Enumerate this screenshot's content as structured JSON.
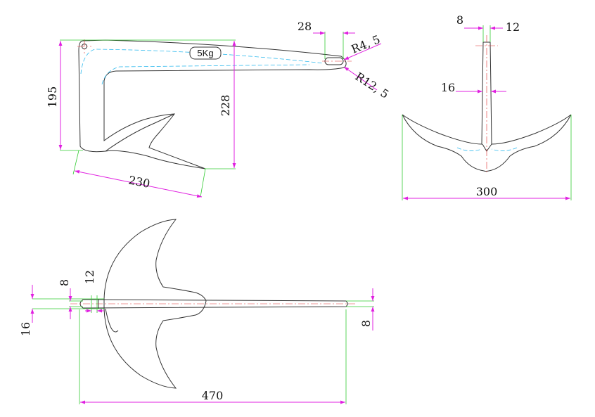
{
  "title": "",
  "weight_label": "5Kg",
  "side_view": {
    "dim_width": "230",
    "dim_height_inner": "195",
    "dim_height_outer": "228",
    "dim_shank_end": "28",
    "radius_small": "R4, 5",
    "radius_large": "R12, 5"
  },
  "front_view": {
    "dim_top_left": "8",
    "dim_top_right": "12",
    "dim_shank": "16",
    "dim_span": "300"
  },
  "top_view": {
    "dim_thick_a": "8",
    "dim_thick_b": "12",
    "dim_thick_c": "16",
    "dim_end": "8",
    "dim_length": "470"
  },
  "colors": {
    "outline": "#333333",
    "dimension": "#e020e0",
    "extension": "#33cc33",
    "centerline": "#e03030",
    "hidden": "#33bbee"
  }
}
